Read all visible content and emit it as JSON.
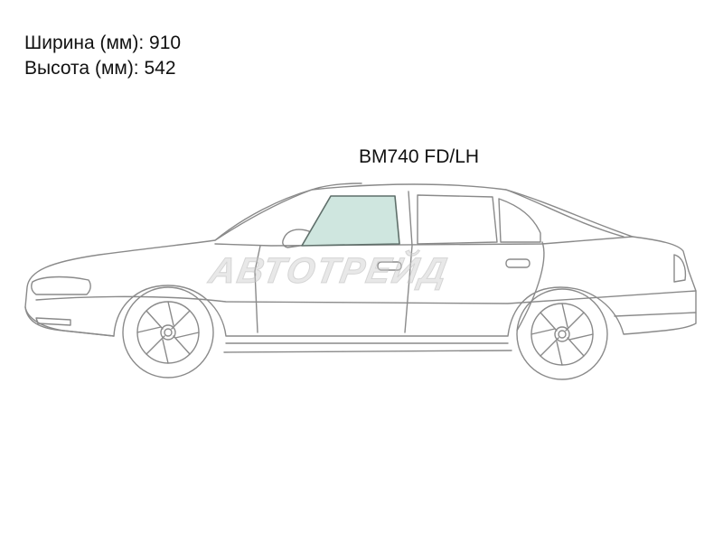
{
  "dimensions": {
    "width_label": "Ширина (мм):",
    "width_value": "910",
    "height_label": "Высота (мм):",
    "height_value": "542"
  },
  "part": {
    "code": "BM740 FD/LH"
  },
  "watermark": {
    "text": "АВТОТРЕЙД"
  },
  "colors": {
    "outline": "#8a8a8a",
    "glass_highlight": "#cfe6df",
    "glass_stroke": "#5f6f6a",
    "text": "#111111"
  }
}
